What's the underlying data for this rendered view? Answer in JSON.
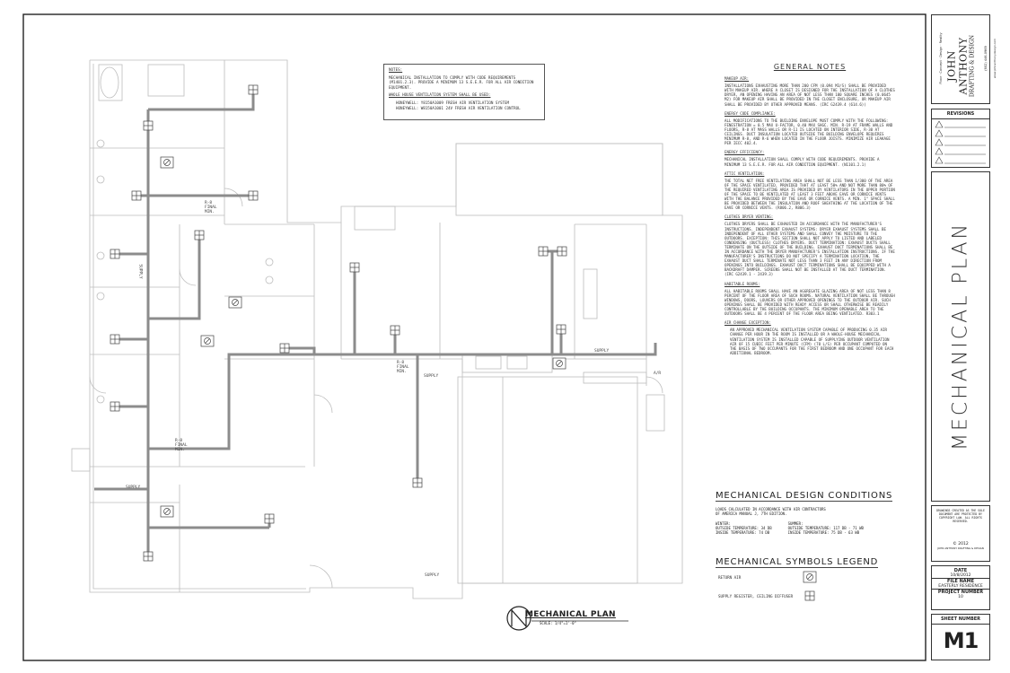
{
  "notes_box": {
    "heading": "NOTES:",
    "lines": [
      "MECHANICAL INSTALLATION TO COMPLY WITH CODE REQUIREMENTS",
      "(M1401.2.3). PROVIDE A MINIMUM 13 S.E.E.R. FOR ALL AIR CONDITION",
      "EQUIPMENT."
    ],
    "subheading": "WHOLE HOUSE VENTILATION SYSTEM SHALL BE USED:",
    "items": [
      "HONEYWELL: Y8150A1009 FRESH AIR VENTILATION SYSTEM",
      "HONEYWELL: W8150A1001 24V FRESH AIR VENTILATION CONTROL"
    ]
  },
  "general_notes": {
    "title": "GENERAL NOTES",
    "sections": [
      {
        "title": "MAKEUP AIR:",
        "body": "INSTALLATIONS EXHAUSTING MORE THAN 200 CFM (0.094 M3/S) SHALL BE PROVIDED WITH MAKEUP AIR. WHERE A CLOSET IS DESIGNED FOR THE INSTALLATION OF A CLOTHES DRYER, AN OPENING HAVING AN AREA OF NOT LESS THAN 100 SQUARE INCHES (0.0645 M2) FOR MAKEUP AIR SHALL BE PROVIDED IN THE CLOSET ENCLOSURE, OR MAKEUP AIR SHALL BE PROVIDED BY OTHER APPROVED MEANS. (IRC G2439.4 (614.6))"
      },
      {
        "title": "ENERGY CODE COMPLIANCE:",
        "body": "ALL MODIFICATIONS TO THE BUILDING ENVELOPE MUST COMPLY WITH THE FOLLOWING: FENESTRATION = 0.5 MAX U-FACTOR, 0.40 MAX SHGC. MIN. R-19 AT FRAME WALLS AND FLOORS, R-8 AT MASS WALLS OR R-11 IS LOCATED ON INTERIOR SIDE, R-30 AT CEILINGS. DUCT INSULATION LOCATED OUTSIDE THE BUILDING ENVELOPE REQUIRES MINIMUM R-8, AND R-6 WHEN LOCATED IN THE FLOOR JOISTS. MINIMIZE AIR LEAKAGE PER IECC 402.4."
      },
      {
        "title": "ENERGY EFFICIENCY:",
        "body": "MECHANICAL INSTALLATION SHALL COMPLY WITH CODE REQUIREMENTS. PROVIDE A MINIMUM 13 S.E.E.R. FOR ALL AIR CONDITION EQUIPMENT. (N1101.2.1)"
      },
      {
        "title": "ATTIC VENTILATION:",
        "body": "THE TOTAL NET FREE VENTILATING AREA SHALL NOT BE LESS THAN 1/300 OF THE AREA OF THE SPACE VENTILATED, PROVIDED THAT AT LEAST 50% AND NOT MORE THAN 80% OF THE REQUIRED VENTILATING AREA IS PROVIDED BY VENTILATORS IN THE UPPER PORTION OF THE SPACE TO BE VENTILATED AT LEAST 3 FEET ABOVE EAVE OR CORNICE VENTS WITH THE BALANCE PROVIDED BY THE EAVE OR CORNICE VENTS. A MIN. 1\" SPACE SHALL BE PROVIDED BETWEEN THE INSULATION AND ROOF SHEATHING AT THE LOCATION OF THE EAVE OR CORNICE VENTS. (R806.2, R806.3)"
      },
      {
        "title": "CLOTHES DRYER VENTING:",
        "body": "CLOTHES DRYERS SHALL BE EXHAUSTED IN ACCORDANCE WITH THE MANUFACTURER'S INSTRUCTIONS. INDEPENDENT EXHAUST SYSTEMS: DRYER EXHAUST SYSTEMS SHALL BE INDEPENDENT OF ALL OTHER SYSTEMS AND SHALL CONVEY THE MOISTURE TO THE OUTDOORS. EXCEPTION: THIS SECTION SHALL NOT APPLY TO LISTED AND LABELED CONDENSING (DUCTLESS) CLOTHES DRYERS. DUCT TERMINATION: EXHAUST DUCTS SHALL TERMINATE ON THE OUTSIDE OF THE BUILDING. EXHAUST DUCT TERMINATIONS SHALL BE IN ACCORDANCE WITH THE DRYER MANUFACTURER'S INSTALLATION INSTRUCTIONS. IF THE MANUFACTURER'S INSTRUCTIONS DO NOT SPECIFY A TERMINATION LOCATION, THE EXHAUST DUCT SHALL TERMINATE NOT LESS THAN 3 FEET IN ANY DIRECTION FROM OPENINGS INTO BUILDINGS. EXHAUST DUCT TERMINATIONS SHALL BE EQUIPPED WITH A BACKDRAFT DAMPER. SCREENS SHALL NOT BE INSTALLED AT THE DUCT TERMINATION. (IRC G2439.1 - 2439.3)"
      },
      {
        "title": "HABITABLE ROOMS:",
        "body": "ALL HABITABLE ROOMS SHALL HAVE AN AGGREGATE GLAZING AREA OF NOT LESS THAN 8 PERCENT OF THE FLOOR AREA OF SUCH ROOMS. NATURAL VENTILATION SHALL BE THROUGH WINDOWS, DOORS, LOUVERS OR OTHER APPROVED OPENINGS TO THE OUTDOOR AIR. SUCH OPENINGS SHALL BE PROVIDED WITH READY ACCESS OR SHALL OTHERWISE BE READILY CONTROLLABLE BY THE BUILDING OCCUPANTS. THE MINIMUM OPENABLE AREA TO THE OUTDOORS SHALL BE 4 PERCENT OF THE FLOOR AREA BEING VENTILATED. R303.1"
      },
      {
        "title": "AIR CHANGE EXCEPTION:",
        "body": "AN APPROVED MECHANICAL VENTILATION SYSTEM CAPABLE OF PRODUCING 0.35 AIR CHANGE PER HOUR IN THE ROOM IS INSTALLED OR A WHOLE-HOUSE MECHANICAL VENTILATION SYSTEM IS INSTALLED CAPABLE OF SUPPLYING OUTDOOR VENTILATION AIR OF 15 CUBIC FEET PER MINUTE (CFM) (78 L/S) PER OCCUPANT COMPUTED ON THE BASIS OF TWO OCCUPANTS FOR THE FIRST BEDROOM AND ONE OCCUPANT FOR EACH ADDITIONAL BEDROOM."
      }
    ]
  },
  "design_conditions": {
    "title": "MECHANICAL DESIGN CONDITIONS",
    "intro": "LOADS CALCULATED IN ACCORDANCE WITH AIR CONTRACTORS OF AMERICA MANUAL J, 7TH EDITION.",
    "winter": {
      "heading": "WINTER:",
      "outside": "OUTSIDE TEMPERATURE:   34 DB",
      "inside": "INSIDE TEMPERATURE:    74 DB"
    },
    "summer": {
      "heading": "SUMMER:",
      "outside": "OUTSIDE TEMPERATURE:   117 DB - 71 WB",
      "inside": "INSIDE TEMPERATURE:    75 DB - 63 WB"
    }
  },
  "symbols_legend": {
    "title": "MECHANICAL SYMBOLS LEGEND",
    "return_air": "RETURN AIR",
    "supply": "SUPPLY REGISTER, CEILING DIFFUSER"
  },
  "plan_title": {
    "title": "MECHANICAL PLAN",
    "scale": "SCALE: 1/4\"=1'-0\""
  },
  "plan_labels": {
    "supply": "SUPPLY",
    "rb_main": "R-8\nFINAL\nMIN.",
    "air": "A/R"
  },
  "title_block": {
    "company_line1": "JOHN ANTHONY",
    "company_line2": "DRAFTING & DESIGN",
    "tagline": "Floor · Concept · Design · Reality",
    "phone": "(602) 446-0969",
    "web": "www.johnanthonydesign.com",
    "revisions_label": "REVISIONS",
    "sheet_title": "MECHANICAL PLAN",
    "copyright": "DRAWINGS CREATED AS THE SOLE DOCUMENT ARE PROTECTED BY COPYRIGHT LAW. ALL RIGHTS RESERVED.",
    "copyright_year": "© 2012",
    "copyright_owner": "JOHN ANTHONY DRAFTING & DESIGN",
    "date_label": "DATE",
    "date_value": "10/8/2012",
    "file_label": "FILE NAME",
    "file_value": "EASTERLY RESIDENCE",
    "project_label": "PROJECT NUMBER",
    "project_value": "10",
    "sheet_number_label": "SHEET NUMBER",
    "sheet_number": "M1"
  }
}
